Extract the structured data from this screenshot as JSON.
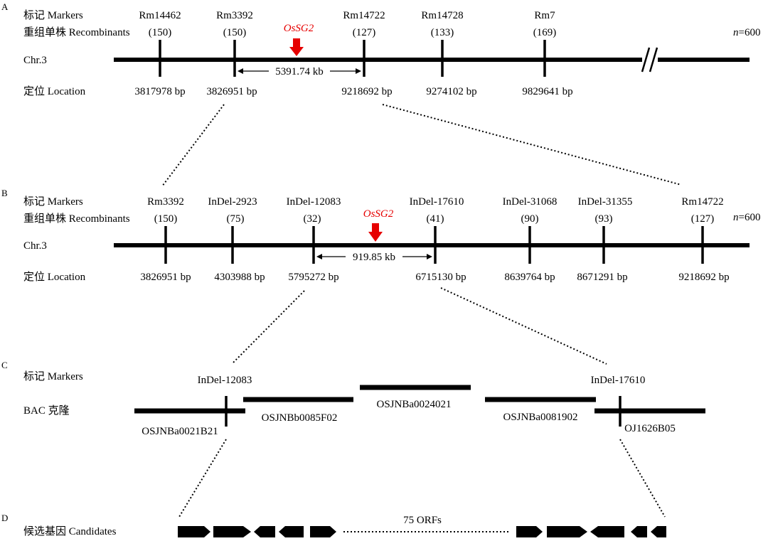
{
  "panelA": {
    "letter": "A",
    "markers_label": "标记 Markers",
    "recomb_label": "重组单株 Recombinants",
    "chr_label": "Chr.3",
    "location_label": "定位 Location",
    "n_prefix": "n",
    "n_value": "=600",
    "gene": "OsSG2",
    "interval": "5391.74 kb",
    "markers": [
      {
        "name": "Rm14462",
        "recomb": "(150)",
        "pos": "3817978 bp"
      },
      {
        "name": "Rm3392",
        "recomb": "(150)",
        "pos": "3826951 bp"
      },
      {
        "name": "Rm14722",
        "recomb": "(127)",
        "pos": "9218692 bp"
      },
      {
        "name": "Rm14728",
        "recomb": "(133)",
        "pos": "9274102 bp"
      },
      {
        "name": "Rm7",
        "recomb": "(169)",
        "pos": "9829641 bp"
      }
    ]
  },
  "panelB": {
    "letter": "B",
    "markers_label": "标记 Markers",
    "recomb_label": "重组单株 Recombinants",
    "chr_label": "Chr.3",
    "location_label": "定位 Location",
    "n_prefix": "n",
    "n_value": "=600",
    "gene": "OsSG2",
    "interval": "919.85 kb",
    "markers": [
      {
        "name": "Rm3392",
        "recomb": "(150)",
        "pos": "3826951 bp"
      },
      {
        "name": "InDel-2923",
        "recomb": "(75)",
        "pos": "4303988 bp"
      },
      {
        "name": "InDel-12083",
        "recomb": "(32)",
        "pos": "5795272 bp"
      },
      {
        "name": "InDel-17610",
        "recomb": "(41)",
        "pos": "6715130 bp"
      },
      {
        "name": "InDel-31068",
        "recomb": "(90)",
        "pos": "8639764 bp"
      },
      {
        "name": "InDel-31355",
        "recomb": "(93)",
        "pos": "8671291 bp"
      },
      {
        "name": "Rm14722",
        "recomb": "(127)",
        "pos": "9218692 bp"
      }
    ]
  },
  "panelC": {
    "letter": "C",
    "markers_label": "标记 Markers",
    "bac_label": "BAC 克隆",
    "left_marker": "InDel-12083",
    "right_marker": "InDel-17610",
    "clones": [
      "OSJNBa0021B21",
      "OSJNBb0085F02",
      "OSJNBa0024021",
      "OSJNBa0081902",
      "OJ1626B05"
    ]
  },
  "panelD": {
    "letter": "D",
    "candidates_label": "候选基因 Candidates",
    "orfs": "75 ORFs"
  }
}
